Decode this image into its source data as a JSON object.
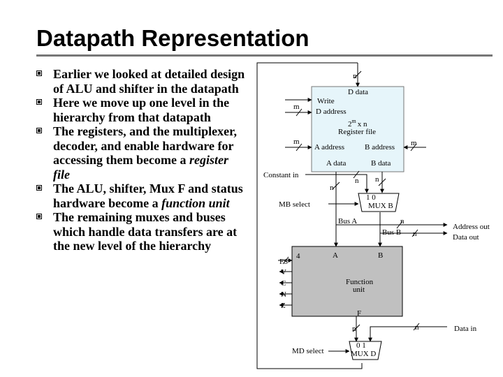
{
  "slide": {
    "title": "Datapath Representation",
    "bullets": [
      {
        "text": "Earlier we looked at detailed design of ALU and shifter in the datapath",
        "em": ""
      },
      {
        "text": "Here we move up one level in the hierarchy from that datapath",
        "em": ""
      },
      {
        "text": "The registers, and the multiplexer, decoder, and enable hardware for accessing them become a ",
        "em": "register file"
      },
      {
        "text": "The ALU, shifter, Mux F and status hardware become a ",
        "em": "function unit"
      },
      {
        "text": "The remaining muxes and buses which handle data transfers are at the new level of the hierarchy",
        "em": ""
      }
    ]
  },
  "diagram": {
    "labels": {
      "n_top": "n",
      "d_data": "D data",
      "write": "Write",
      "d_address": "D address",
      "m_left1": "m",
      "m_left2": "m",
      "reg_size_base": "2",
      "reg_size_exp": "m",
      "reg_size_rest": "x n",
      "register_file": "Register file",
      "a_address": "A address",
      "b_address": "B address",
      "m_right": "m",
      "a_data": "A data",
      "b_data": "B data",
      "constant_in": "Constant in",
      "n_const": "n",
      "n_adata": "n",
      "n_bdata": "n",
      "mux_b_inputs": "1 0",
      "mux_b": "MUX B",
      "mb_select": "MB select",
      "bus_a": "Bus A",
      "bus_b": "Bus B",
      "n_busb": "n",
      "n_out": "n",
      "address_out": "Address out",
      "data_out": "Data out",
      "fs": "FS",
      "fs_width": "4",
      "v": "V",
      "c": "C",
      "n_flag": "N",
      "z": "Z",
      "fu_a": "A",
      "fu_b": "B",
      "function_unit_1": "Function",
      "function_unit_2": "unit",
      "f": "F",
      "n_f": "n",
      "n_datain": "n",
      "data_in": "Data in",
      "md_select": "MD select",
      "mux_d_inputs": "0 1",
      "mux_d": "MUX D"
    },
    "colors": {
      "register_file_fill": "#E6F5FA",
      "function_unit_fill": "#C0C0C0",
      "line": "#000000"
    }
  }
}
